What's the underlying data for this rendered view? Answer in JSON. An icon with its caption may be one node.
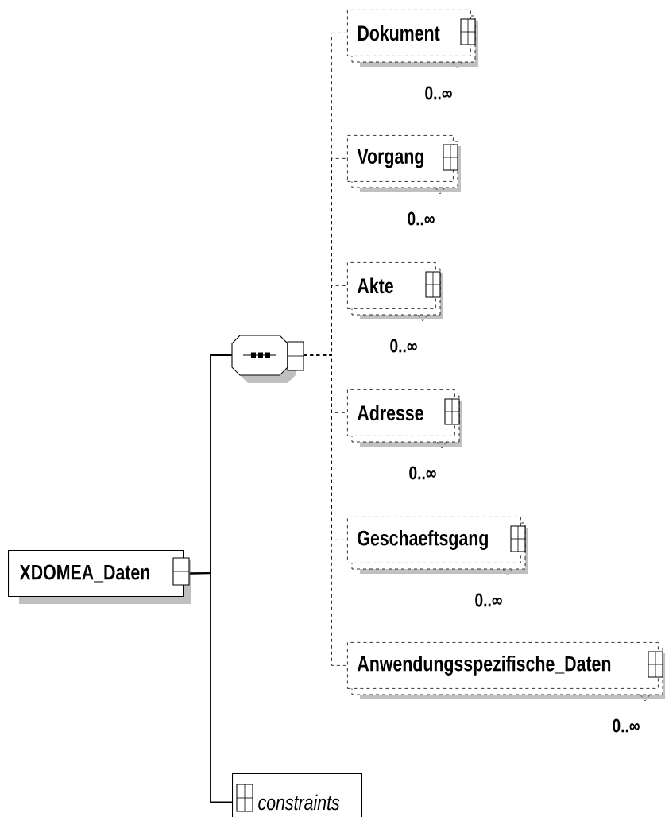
{
  "diagram": {
    "nodes": [
      {
        "text": [
          "XDOMEA_Daten"
        ]
      },
      {
        "text": [],
        "shape": "octagon"
      },
      {
        "text": [
          "Dokument"
        ],
        "beside": [
          "0..∞"
        ]
      },
      {
        "text": [
          "Vorgang"
        ],
        "beside": [
          "0..∞"
        ]
      },
      {
        "text": [
          "Akte"
        ],
        "beside": [
          "0..∞"
        ]
      },
      {
        "text": [
          "Adresse"
        ],
        "beside": [
          "0..∞"
        ]
      },
      {
        "text": [
          "Geschaeftsgang"
        ],
        "beside": [
          "0..∞"
        ]
      },
      {
        "text": [
          "Anwendungsspezifische_Daten"
        ],
        "beside": [
          "0..∞"
        ]
      },
      {
        "text": [
          "constraints"
        ]
      }
    ],
    "edges": [
      {
        "from": 0,
        "to": 1,
        "arrow": "none"
      },
      {
        "from": 0,
        "to": 8,
        "arrow": "none"
      },
      {
        "from": 1,
        "to": 2,
        "arrow": "none",
        "style": "dashed"
      },
      {
        "from": 1,
        "to": 3,
        "arrow": "none",
        "style": "dashed"
      },
      {
        "from": 1,
        "to": 4,
        "arrow": "none",
        "style": "dashed"
      },
      {
        "from": 1,
        "to": 5,
        "arrow": "none",
        "style": "dashed"
      },
      {
        "from": 1,
        "to": 6,
        "arrow": "none",
        "style": "dashed"
      },
      {
        "from": 1,
        "to": 7,
        "arrow": "none",
        "style": "dashed"
      }
    ]
  }
}
